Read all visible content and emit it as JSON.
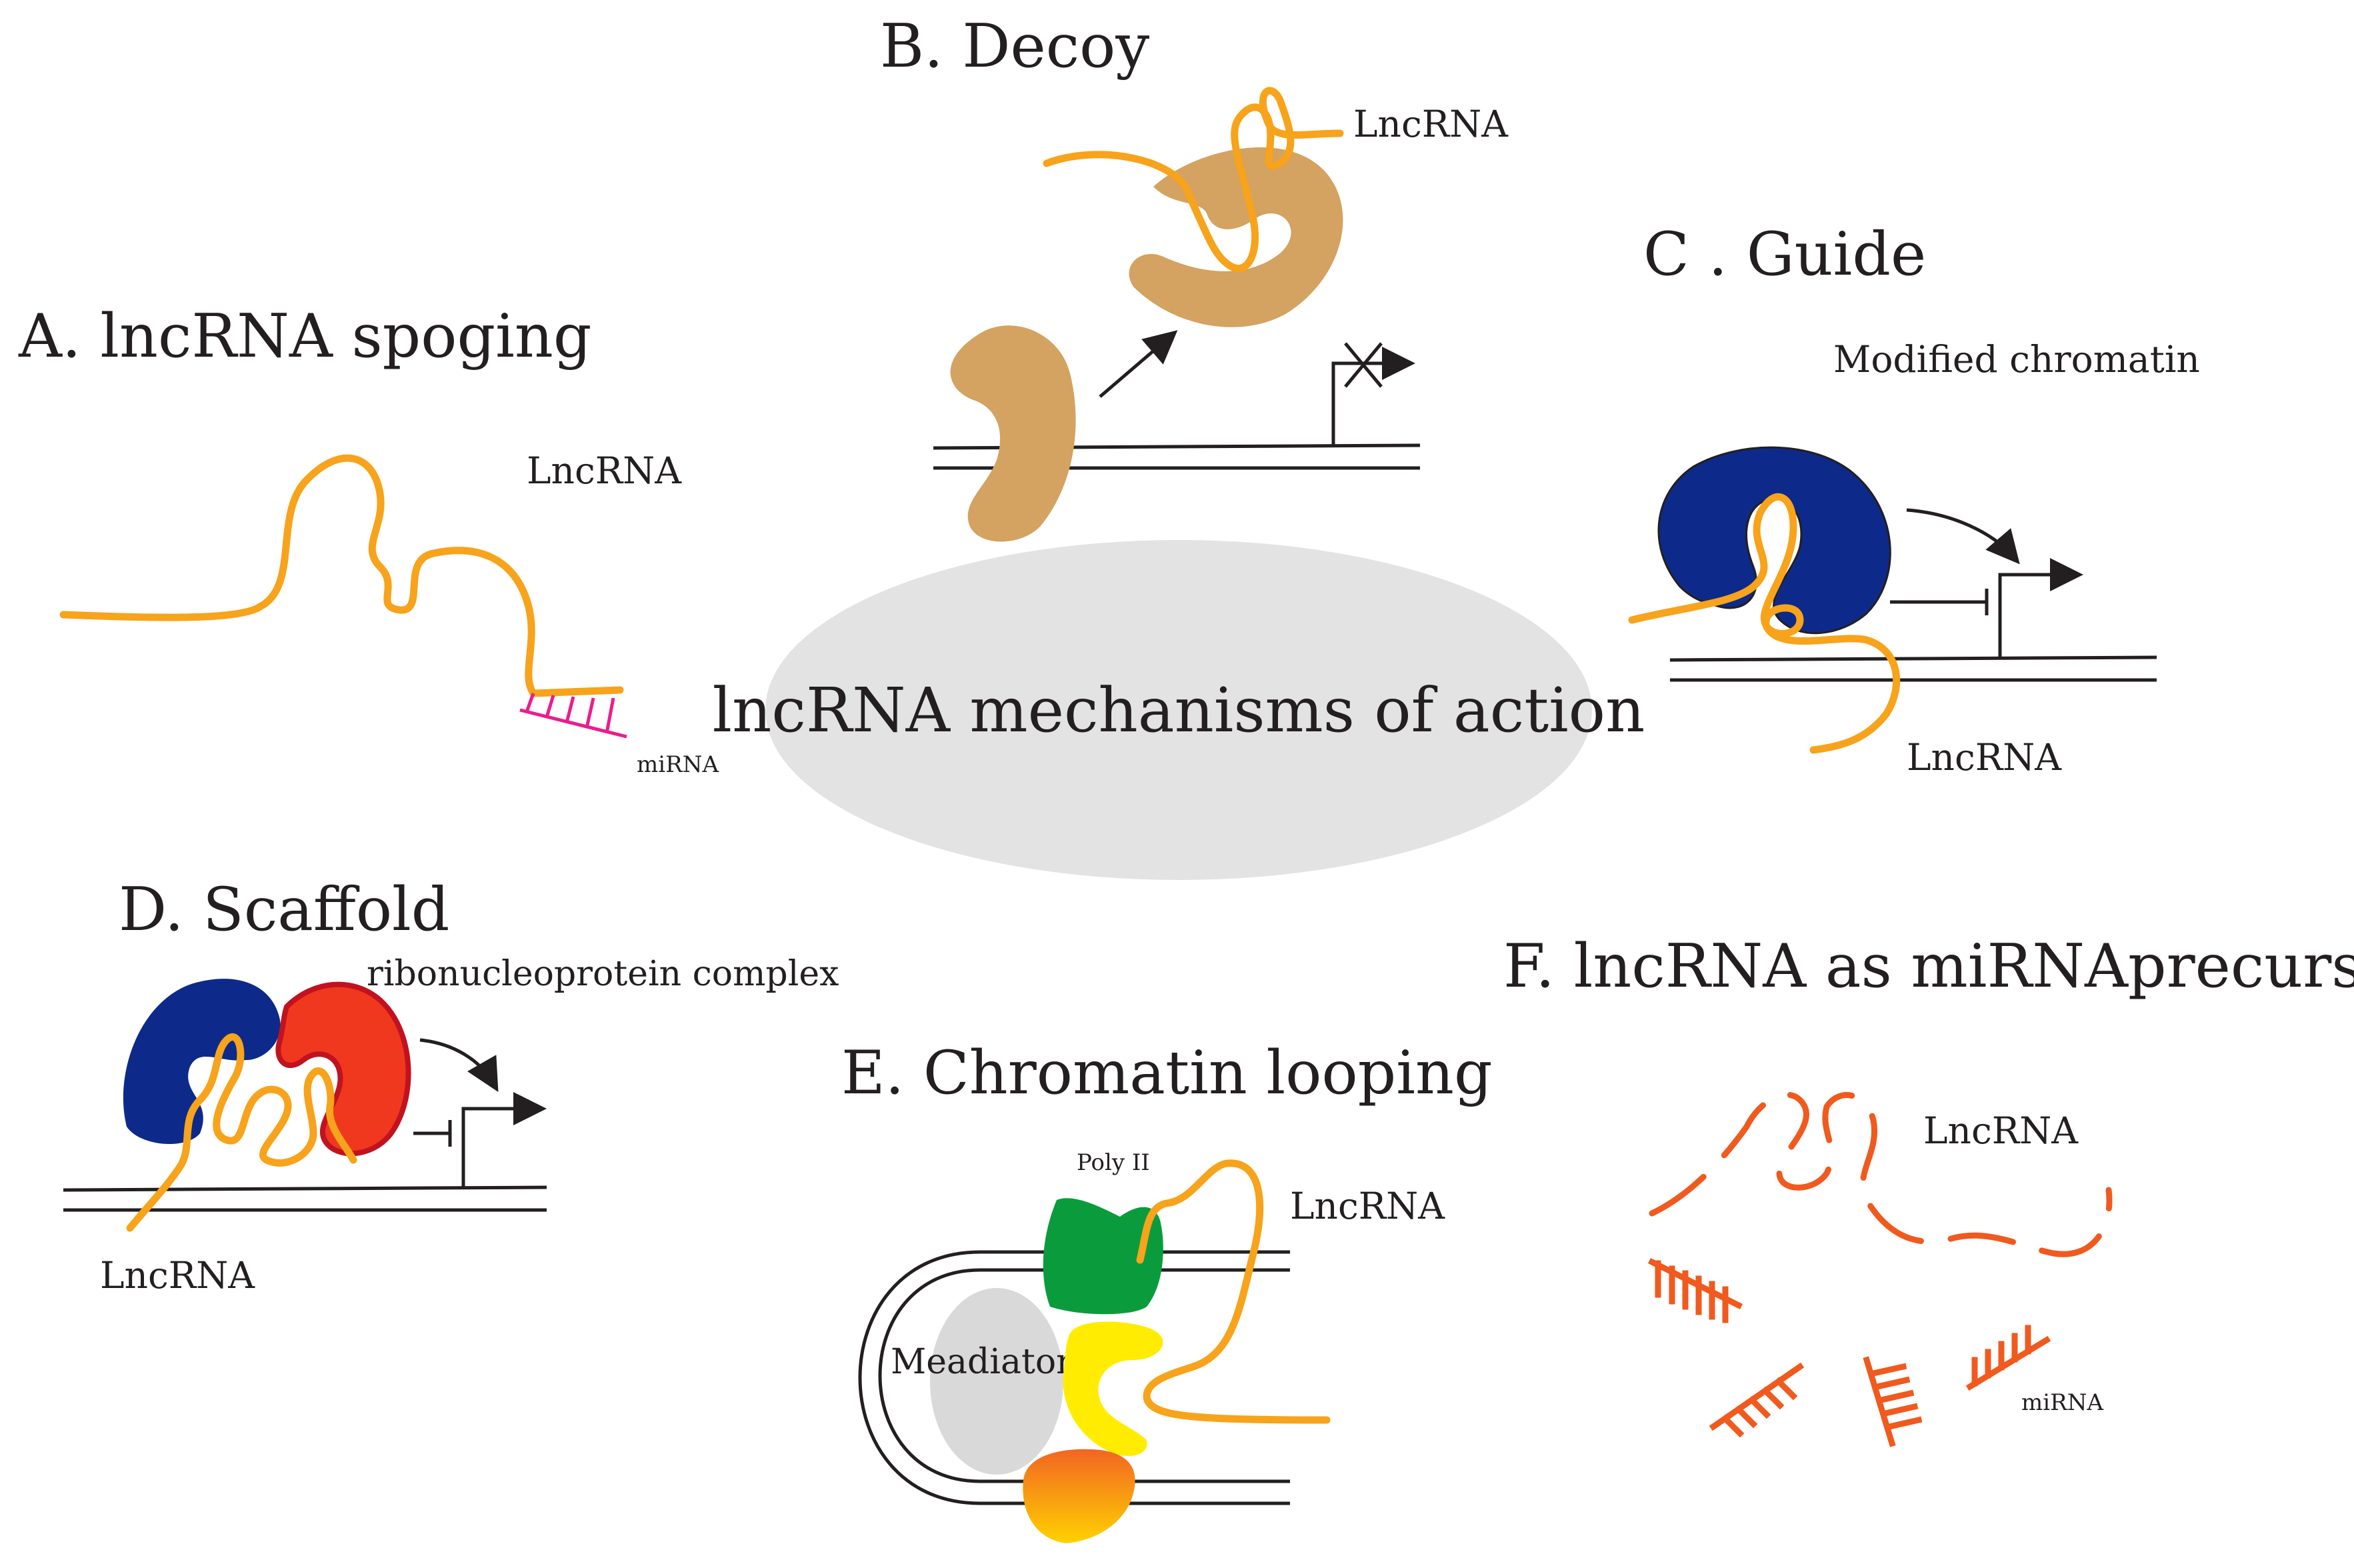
{
  "center": {
    "label": "lncRNA mechanisms of action",
    "fill": "#e3e3e3"
  },
  "panels": {
    "a": {
      "heading": "A. lncRNA spoging",
      "lncrna_label": "LncRNA",
      "mirna_label": "miRNA"
    },
    "b": {
      "heading": "B. Decoy",
      "lncrna_label": "LncRNA",
      "protein_color": "#d4a261"
    },
    "c": {
      "heading": "C . Guide",
      "chromatin_label": "Modified chromatin",
      "lncrna_label": "LncRNA",
      "protein_color": "#0d2a8a"
    },
    "d": {
      "heading": "D. Scaffold",
      "complex_label": "ribonucleoprotein complex",
      "lncrna_label": "LncRNA",
      "protein_colors": [
        "#0d2a8a",
        "#f0381f"
      ]
    },
    "e": {
      "heading": "E. Chromatin looping",
      "pol_label": "Poly II",
      "lncrna_label": "LncRNA",
      "mediator_label": "Meadiator",
      "colors": [
        "#0a9c3c",
        "#d9d9d9",
        "#ffec00",
        "#f26522"
      ]
    },
    "f": {
      "heading": "F. lncRNA as miRNAprecursor",
      "lncrna_label": "LncRNA",
      "mirna_label": "miRNA"
    }
  },
  "colors": {
    "lncrna": "#f7a31b",
    "mirna_pink": "#ec1c8c",
    "mirna_orange": "#f05a1e",
    "line": "#231f20"
  }
}
